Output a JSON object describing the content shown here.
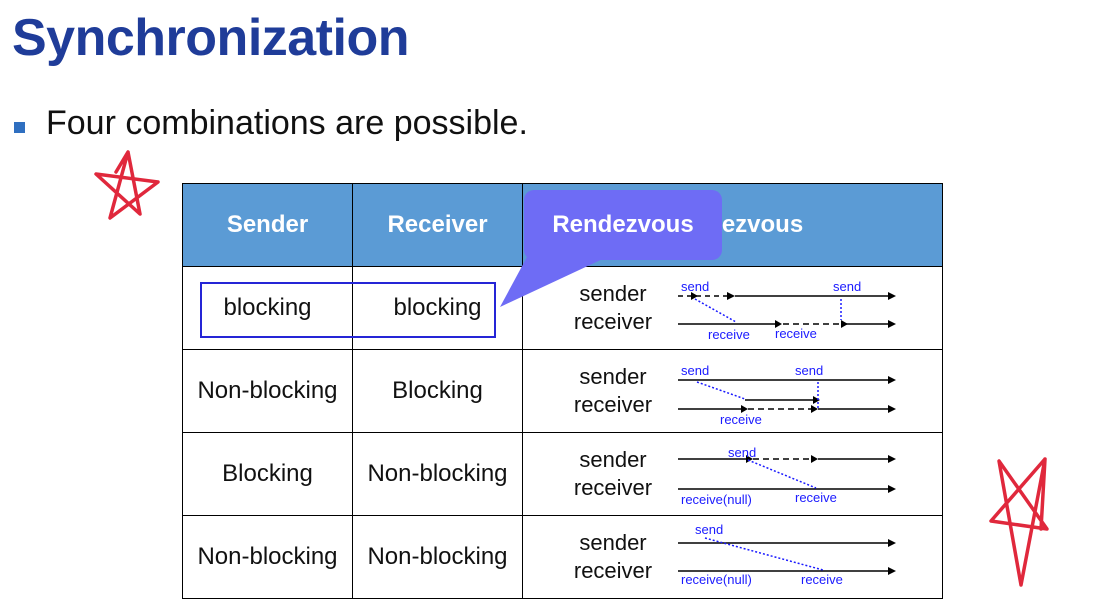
{
  "title": "Synchronization",
  "bullet": "Four combinations are possible.",
  "table": {
    "headers": [
      "Sender",
      "Receiver",
      "Rendezvous"
    ],
    "rows": [
      {
        "sender": "blocking",
        "receiver": "blocking",
        "labels": [
          "sender",
          "receiver"
        ],
        "diagram": {
          "top_left": "send",
          "top_right": "send",
          "bottom_left": "receive",
          "bottom_right": "receive"
        }
      },
      {
        "sender": "Non-blocking",
        "receiver": "Blocking",
        "labels": [
          "sender",
          "receiver"
        ],
        "diagram": {
          "top_left": "send",
          "top_right": "send",
          "bottom_left": "receive"
        }
      },
      {
        "sender": "Blocking",
        "receiver": "Non-blocking",
        "labels": [
          "sender",
          "receiver"
        ],
        "diagram": {
          "top_left": "send",
          "bottom_left": "receive(null)",
          "bottom_right": "receive"
        }
      },
      {
        "sender": "Non-blocking",
        "receiver": "Non-blocking",
        "labels": [
          "sender",
          "receiver"
        ],
        "diagram": {
          "top_left": "send",
          "bottom_left": "receive(null)",
          "bottom_right": "receive"
        }
      }
    ]
  },
  "callout": "Rendezvous",
  "colors": {
    "title": "#1f3c99",
    "header_bg": "#5b9bd5",
    "callout_bg": "#6e6cf5",
    "diagram_label": "#1a1aff",
    "annotation": "#e0283c"
  }
}
